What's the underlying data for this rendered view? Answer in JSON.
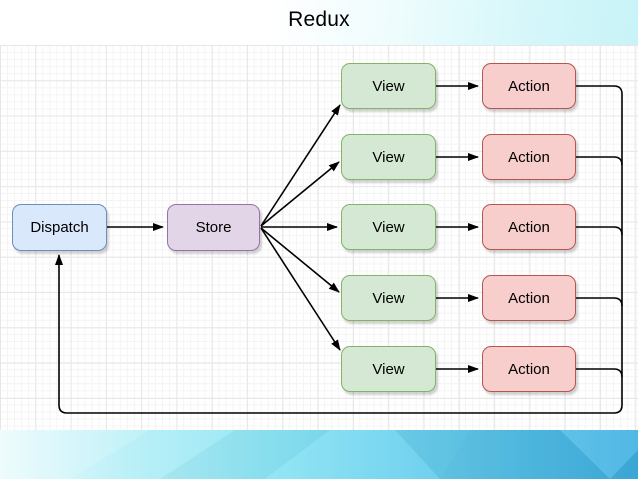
{
  "title": "Redux",
  "diagram": {
    "dispatch": {
      "label": "Dispatch",
      "fill": "#dae8fc",
      "border": "#6c8ebf"
    },
    "store": {
      "label": "Store",
      "fill": "#e1d5e7",
      "border": "#9673a6"
    },
    "views": [
      {
        "label": "View"
      },
      {
        "label": "View"
      },
      {
        "label": "View"
      },
      {
        "label": "View"
      },
      {
        "label": "View"
      }
    ],
    "actions": [
      {
        "label": "Action"
      },
      {
        "label": "Action"
      },
      {
        "label": "Action"
      },
      {
        "label": "Action"
      },
      {
        "label": "Action"
      }
    ],
    "view_style": {
      "fill": "#d5e8d4",
      "border": "#82b366"
    },
    "action_style": {
      "fill": "#f8cecc",
      "border": "#b85450"
    },
    "connector_color": "#000000",
    "flow": "Action -> Dispatch -> Store -> View -> Action (circular data flow)"
  },
  "theme": {
    "background": "#ffffff",
    "grid_minor": "#f4f4f4",
    "grid_major": "#e7e7e7",
    "band_cyan_light": "#c8f3f8",
    "band_cyan_mid": "#7edcf2",
    "band_cyan_dark": "#3fb0e2"
  }
}
